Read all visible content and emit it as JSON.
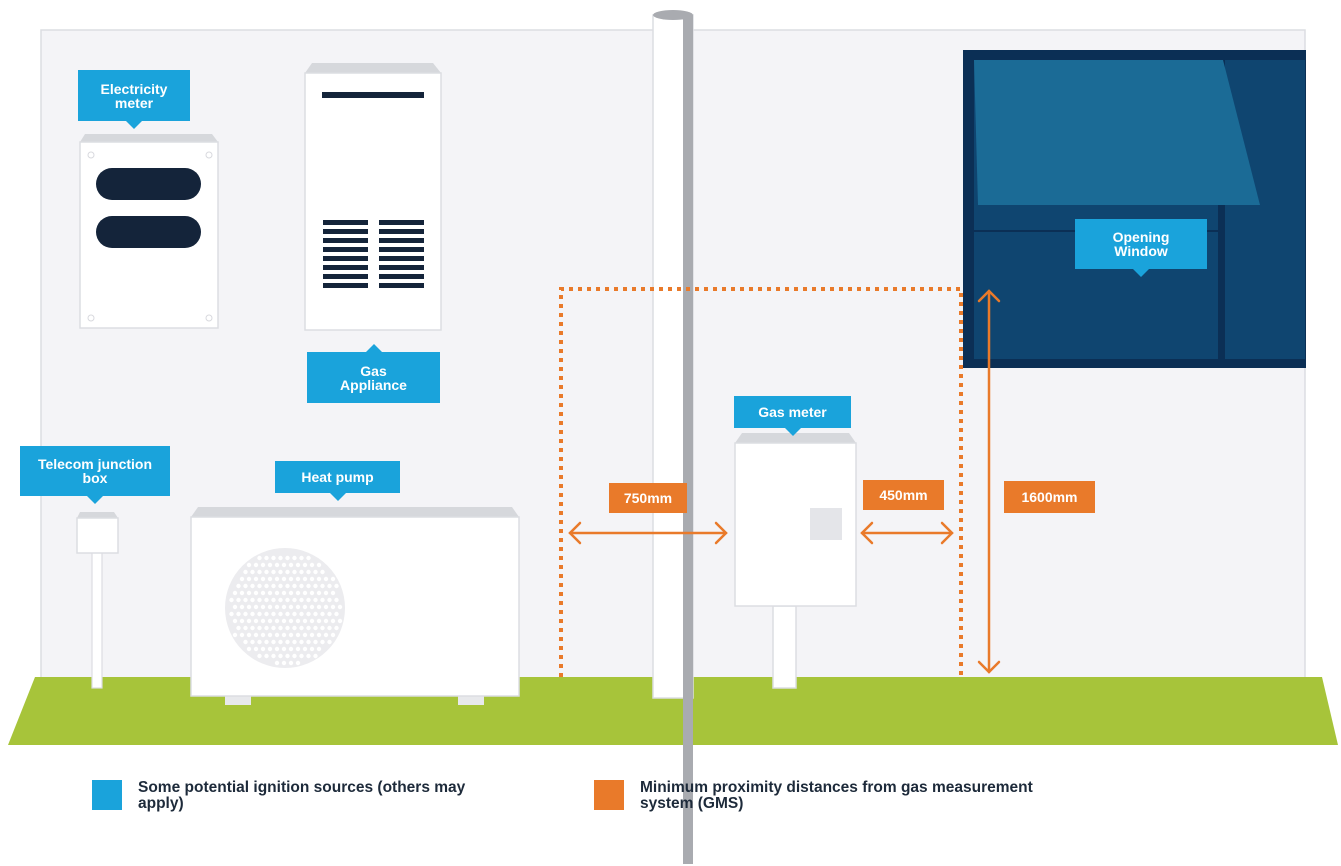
{
  "colors": {
    "ignition_blue": "#1aa3db",
    "distance_orange": "#e97a2a",
    "ground_green": "#a7c43a",
    "wall": "#f4f4f7",
    "window_dark": "#0b2f55"
  },
  "labels": {
    "electricity_meter": "Electricity meter",
    "gas_appliance": "Gas Appliance",
    "opening_window": "Opening Window",
    "gas_meter": "Gas meter",
    "telecom_junction_box": "Telecom junction box",
    "heat_pump": "Heat pump"
  },
  "distances": {
    "left": "750mm",
    "right": "450mm",
    "vertical": "1600mm"
  },
  "legend": {
    "ignition": "Some potential ignition sources (others may apply)",
    "distance": "Minimum proximity distances from gas measurement system (GMS)"
  }
}
